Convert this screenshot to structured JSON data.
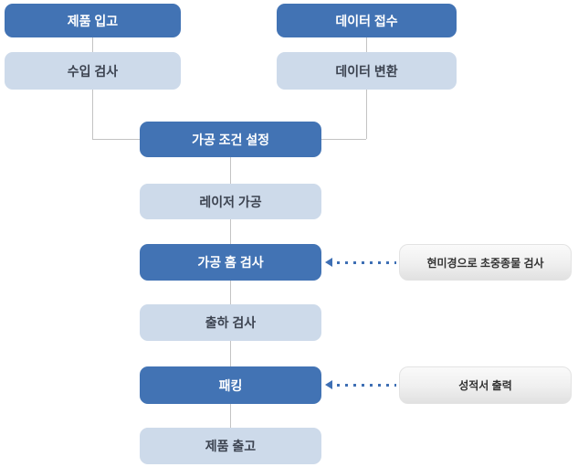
{
  "diagram": {
    "type": "process-flowchart",
    "nodes": {
      "product_in": "제품 입고",
      "incoming_inspection": "수입 검사",
      "data_receive": "데이터 접수",
      "data_convert": "데이터 변환",
      "condition_setting": "가공 조건 설정",
      "laser_processing": "레이저 가공",
      "groove_inspection": "가공 홈 검사",
      "shipping_inspection": "출하 검사",
      "packing": "패킹",
      "product_out": "제품 출고"
    },
    "annotations": {
      "microscope_note": "현미경으로 초중종물 검사",
      "report_note": "성적서 출력"
    },
    "colors": {
      "primary_box": "#4273b4",
      "secondary_box": "#cddaea",
      "primary_text": "#ffffff",
      "secondary_text": "#3c4350",
      "note_gradient_top": "#fafafa",
      "note_gradient_bottom": "#e1e1e1",
      "note_text": "#333333",
      "connector_line": "#c3c3c3",
      "dotted_arrow": "#3e6fb4",
      "background": "#ffffff"
    }
  }
}
